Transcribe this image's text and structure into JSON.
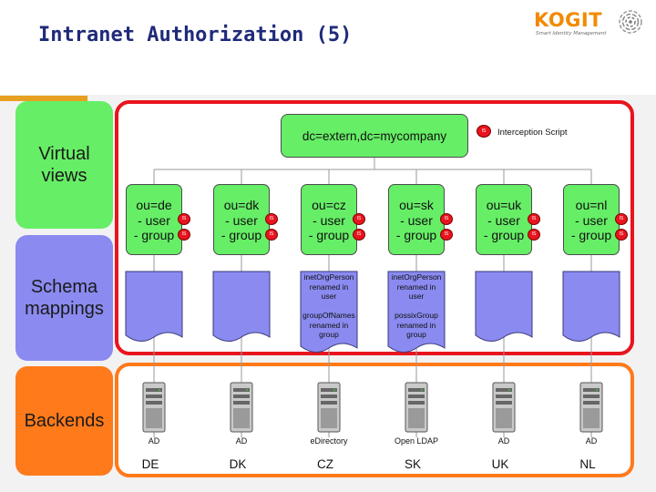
{
  "slide": {
    "title": "Intranet Authorization (5)",
    "logo_text": "KOGIT",
    "logo_tagline": "Smart Identity Management"
  },
  "layers": {
    "virtual": "Virtual views",
    "schema": "Schema mappings",
    "backends": "Backends"
  },
  "root": "dc=extern,dc=mycompany",
  "legend": {
    "badge": "IS",
    "label": "Interception Script"
  },
  "virtual_nodes": [
    {
      "ou": "ou=de",
      "user": "- user",
      "group": "- group"
    },
    {
      "ou": "ou=dk",
      "user": "- user",
      "group": "- group"
    },
    {
      "ou": "ou=cz",
      "user": "- user",
      "group": "- group"
    },
    {
      "ou": "ou=sk",
      "user": "- user",
      "group": "- group"
    },
    {
      "ou": "ou=uk",
      "user": "- user",
      "group": "- group"
    },
    {
      "ou": "ou=nl",
      "user": "- user",
      "group": "- group"
    }
  ],
  "schema_mappings": [
    {
      "lines": []
    },
    {
      "lines": []
    },
    {
      "lines": [
        "inetOrgPerson",
        "renamed in",
        "user",
        "",
        "groupOfNames",
        "renamed in",
        "group"
      ]
    },
    {
      "lines": [
        "inetOrgPerson",
        "renamed in",
        "user",
        "",
        "possixGroup",
        "renamed in",
        "group"
      ]
    },
    {
      "lines": []
    },
    {
      "lines": []
    }
  ],
  "backends": [
    {
      "type": "AD",
      "country": "DE"
    },
    {
      "type": "AD",
      "country": "DK"
    },
    {
      "type": "eDirectory",
      "country": "CZ"
    },
    {
      "type": "Open LDAP",
      "country": "SK"
    },
    {
      "type": "AD",
      "country": "UK"
    },
    {
      "type": "AD",
      "country": "NL"
    }
  ],
  "colors": {
    "virtual": "#66ee66",
    "schema": "#8a8af0",
    "backends": "#ff7a1a",
    "red_frame": "#e8141e",
    "title": "#1f2a7a"
  }
}
